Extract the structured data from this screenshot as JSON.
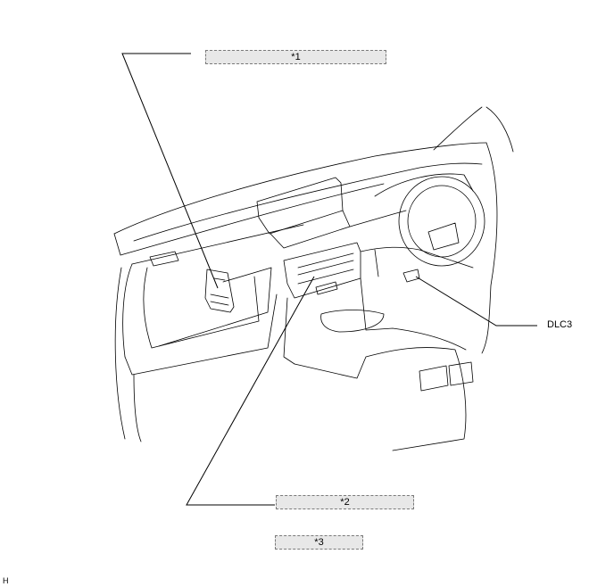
{
  "callouts": {
    "c1": "*1",
    "c2": "*2",
    "c3": "*3"
  },
  "labels": {
    "dlc3": "DLC3"
  },
  "footer": {
    "code": "H"
  }
}
